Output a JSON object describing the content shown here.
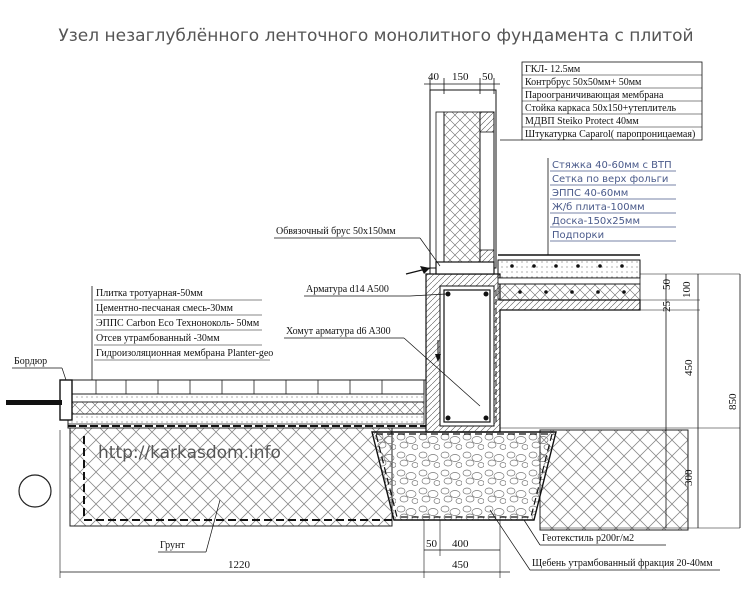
{
  "title": "Узел незаглублённого ленточного монолитного фундамента с плитой",
  "watermark": "http://karkasdom.info",
  "wall_dims": [
    "40",
    "150",
    "50"
  ],
  "wall_layers": [
    "ГКЛ- 12.5мм",
    "Контрбрус 50х50мм+ 50мм",
    "Пароограничивающая мембрана",
    "Стойка каркаса 50х150+утеплитель",
    "МДВП Steiko Protect 40мм",
    "Штукатурка Caparol( паропроницаемая)"
  ],
  "floor_layers": [
    "Стяжка 40-60мм с ВТП",
    "Сетка по верх фольги",
    "ЭППС 40-60мм",
    "Ж/б плита-100мм",
    "Доска-150х25мм",
    "Подпорки"
  ],
  "labels": {
    "strapping_beam": "Обвязочный брус 50х150мм",
    "rebar": "Арматура d14 A500",
    "clamp": "Хомут арматура d6 A300",
    "border": "Бордюр",
    "soil": "Грунт",
    "geotextile": "Геотекстиль р200г/м2",
    "gravel": "Щебень утрамбованный фракция 20-40мм"
  },
  "pavement_layers": [
    "Плитка тротуарная-50мм",
    "Цементно-песчаная смесь-30мм",
    "ЭППС Carbon Eco Техноноколь- 50мм",
    "Отсев утрамбованный -30мм",
    "Гидроизоляционная мембрана Planter-geo"
  ],
  "dims": {
    "right_50": "50",
    "right_100": "100",
    "right_25": "25",
    "right_450": "450",
    "right_850": "850",
    "right_300": "300",
    "bottom_50": "50",
    "bottom_400": "400",
    "bottom_1220": "1220",
    "bottom_450": "450"
  }
}
